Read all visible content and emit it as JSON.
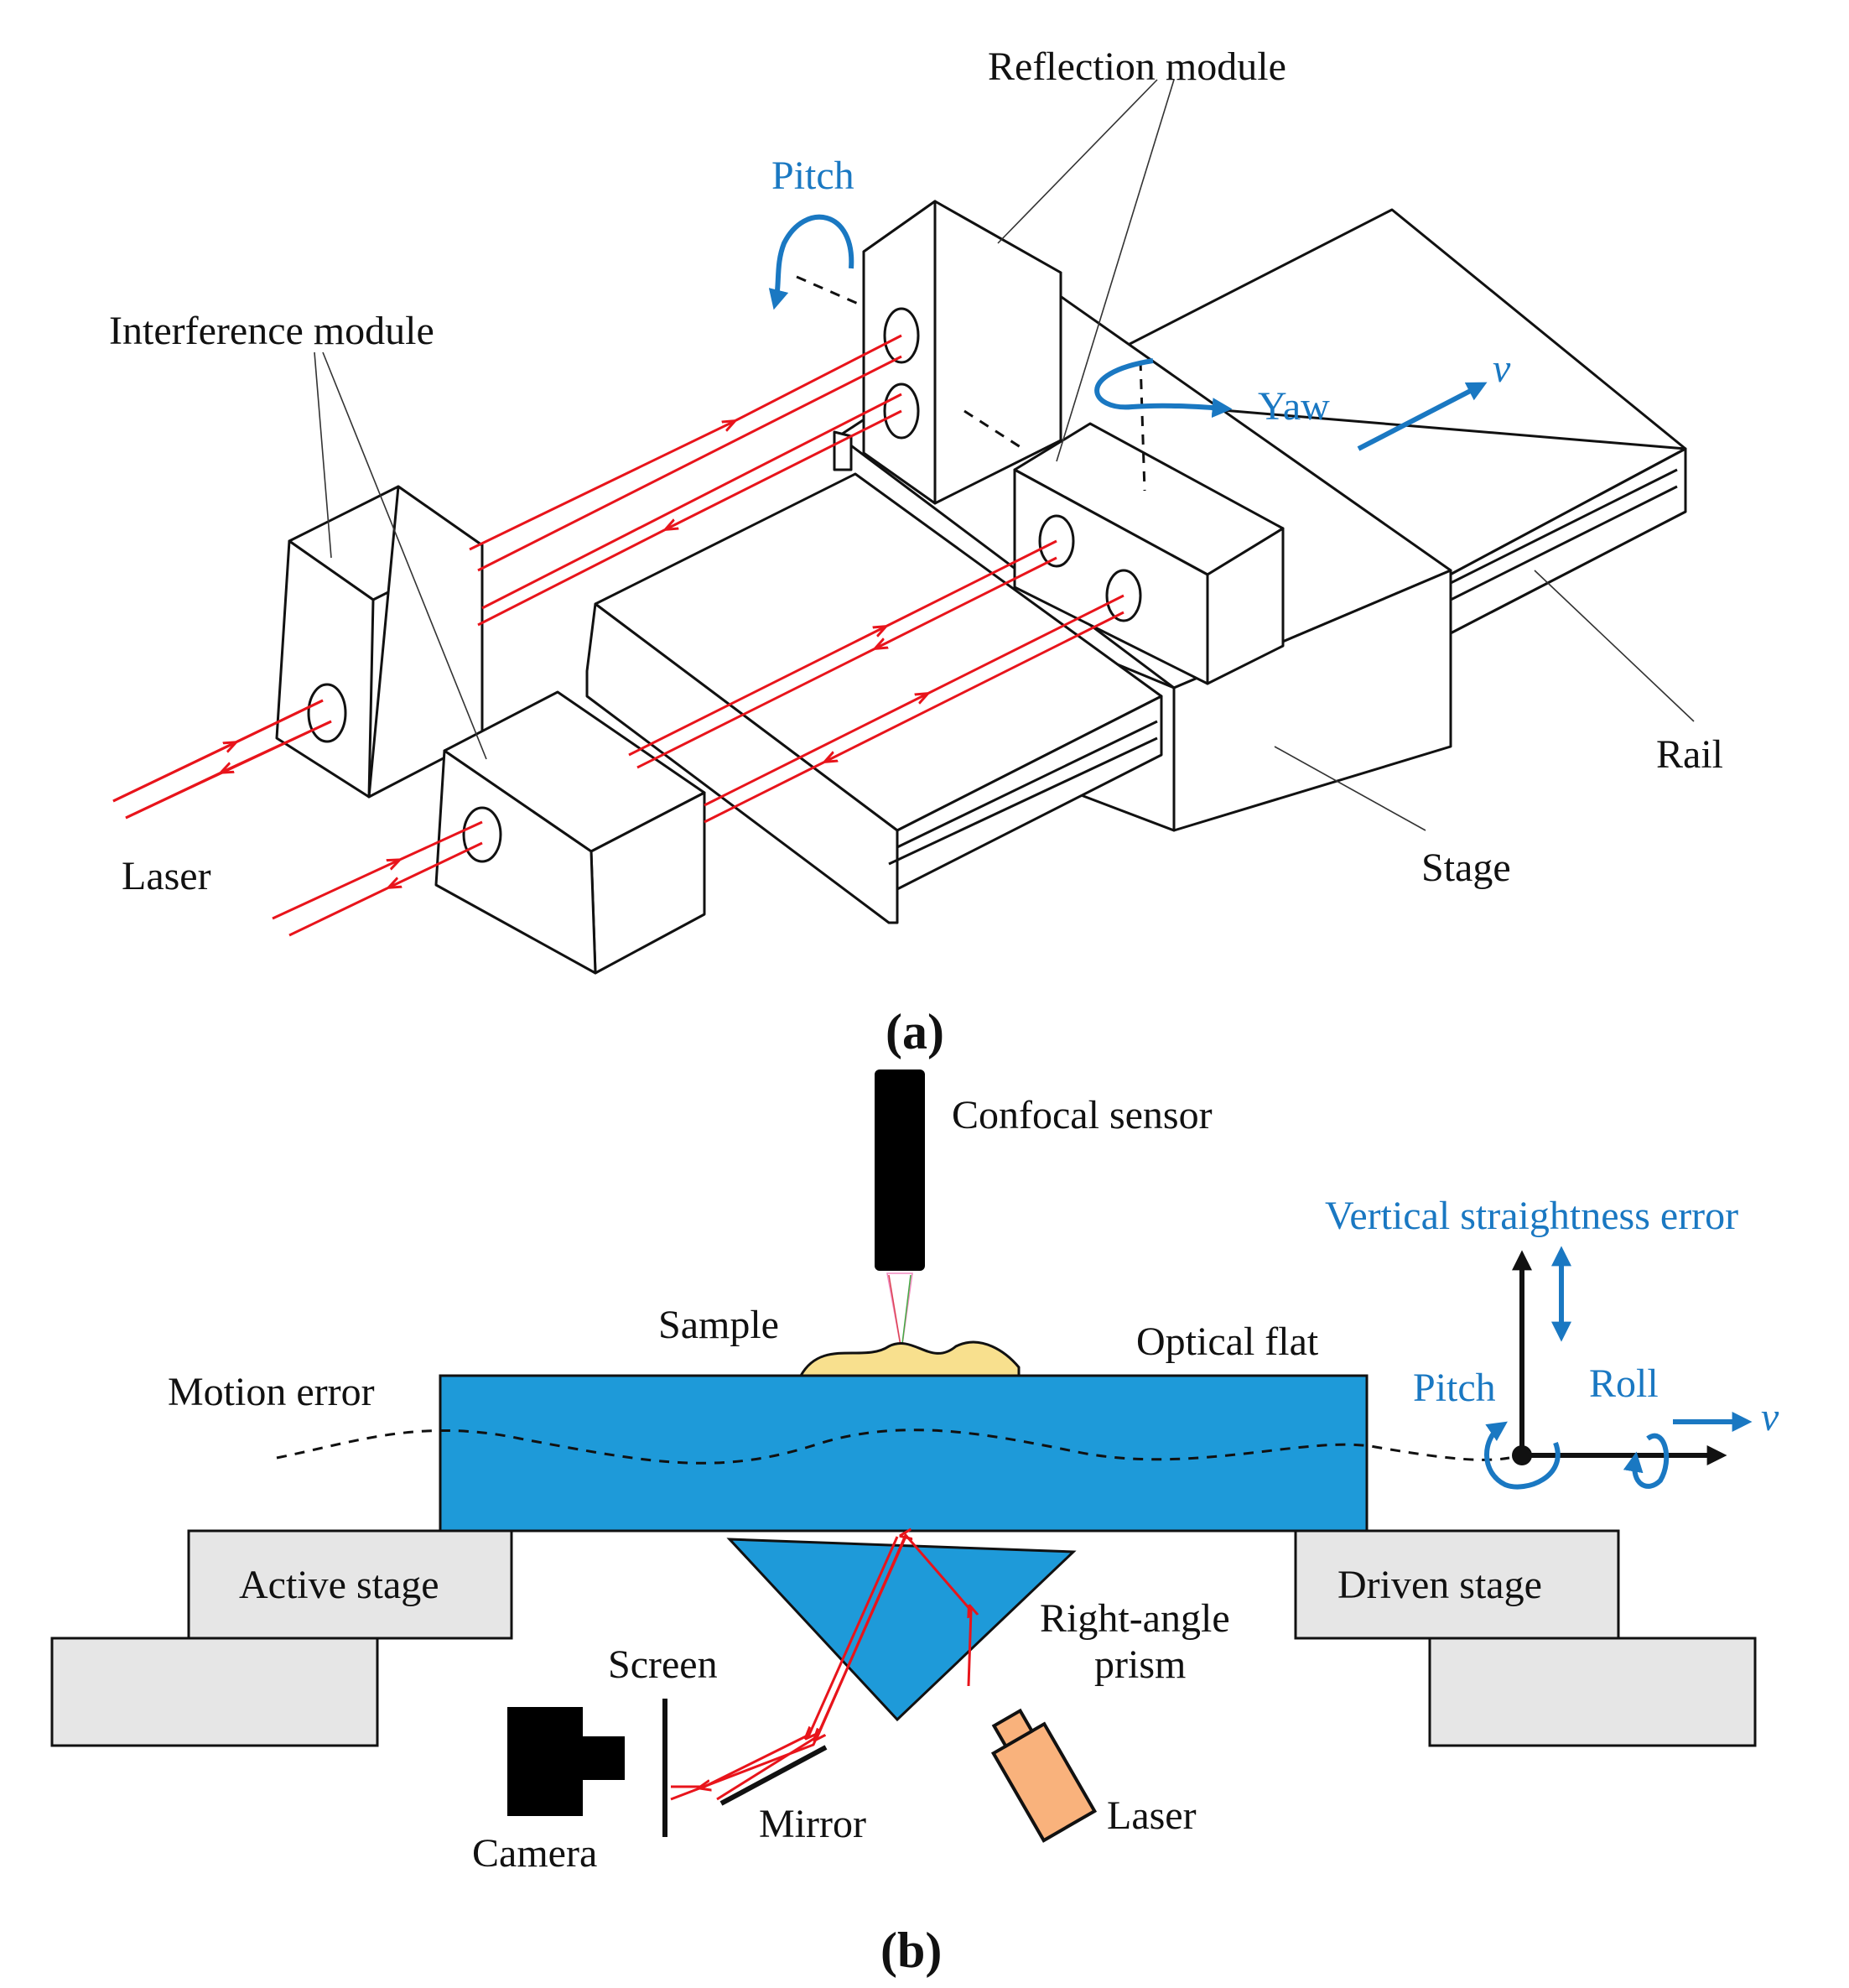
{
  "panel_a": {
    "label": "(a)",
    "reflection_module": "Reflection module",
    "pitch": "Pitch",
    "interference_module": "Interference module",
    "yaw": "Yaw",
    "v": "v",
    "laser": "Laser",
    "stage": "Stage",
    "rail": "Rail"
  },
  "panel_b": {
    "label": "(b)",
    "confocal_sensor": "Confocal sensor",
    "vertical_straightness_error": "Vertical straightness error",
    "sample": "Sample",
    "optical_flat": "Optical flat",
    "motion_error": "Motion error",
    "pitch": "Pitch",
    "roll": "Roll",
    "v": "v",
    "active_stage": "Active stage",
    "driven_stage": "Driven stage",
    "right_angle_prism_line1": "Right-angle",
    "right_angle_prism_line2": "prism",
    "screen": "Screen",
    "camera": "Camera",
    "mirror": "Mirror",
    "laser": "Laser"
  },
  "colors": {
    "laser_beam": "#e8141b",
    "motion_arrows": "#1a78c2",
    "optical_flat": "#1e9ad9",
    "stage_fill": "#e6e6e6",
    "sample": "#f8e08e",
    "laser_body": "#f9b27c"
  }
}
